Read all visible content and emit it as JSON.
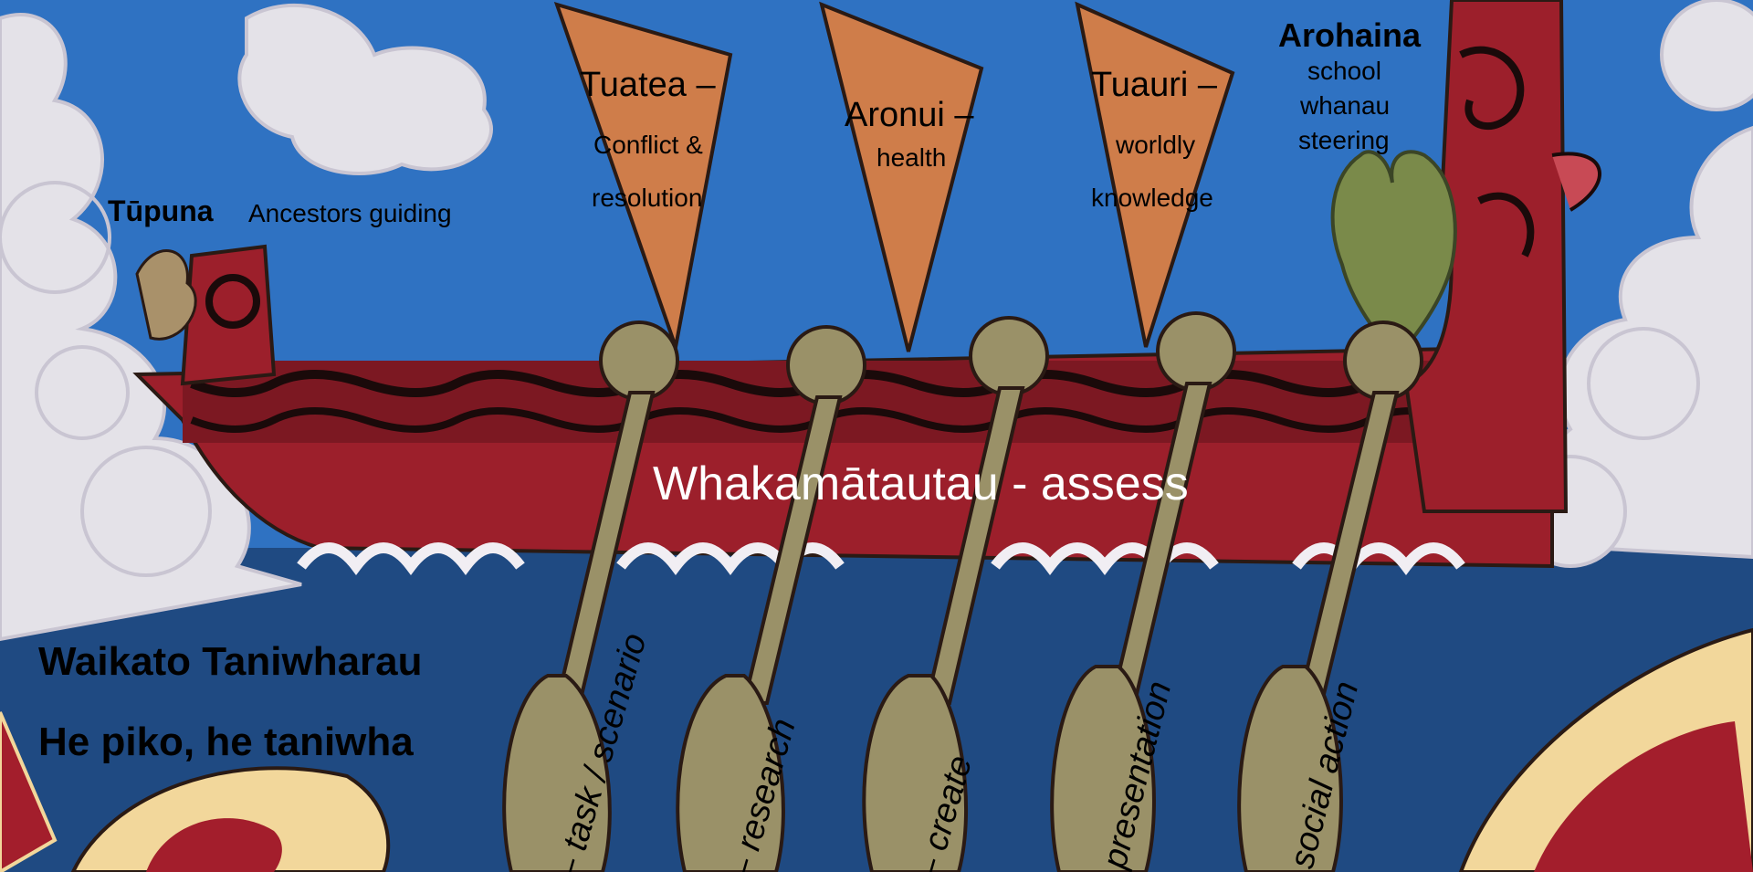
{
  "tupuna": {
    "title": "Tūpuna",
    "desc": "Ancestors guiding"
  },
  "sails": [
    {
      "title": "Tuatea –",
      "line1": "Conflict &",
      "line2": "resolution"
    },
    {
      "title": "Aronui –",
      "line1": "health"
    },
    {
      "title": "Tuauri –",
      "line1": "worldly",
      "line2": "knowledge"
    }
  ],
  "arohaina": {
    "title": "Arohaina",
    "line1": "school",
    "line2": "whanau",
    "line3": "steering"
  },
  "center_label": "Whakamātautau - assess",
  "paddles": [
    "– task / scenario",
    "– research",
    "– create",
    "presentation",
    "social action"
  ],
  "bottom_left": {
    "line1": "Waikato Taniwharau",
    "line2": "He piko, he taniwha"
  },
  "colors": {
    "sky": "#2f72c2",
    "sea": "#214a80",
    "hull": "#9c1f2b",
    "sail": "#cf7d4a",
    "paddle": "#9a9168",
    "cloud": "#e6e3e8",
    "heitiki": "#7a8a4a"
  }
}
